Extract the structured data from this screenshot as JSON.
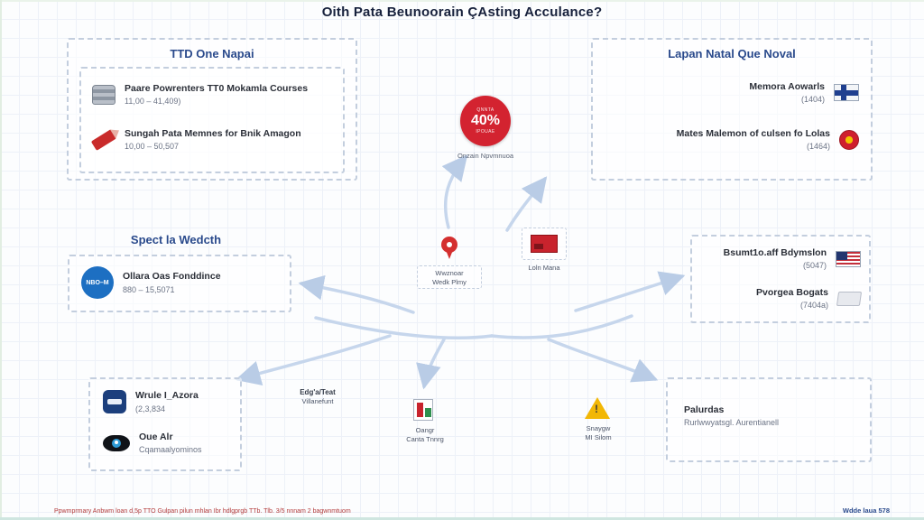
{
  "title": "Oith Pata Beunoorain ÇAsting Acculance?",
  "top_left": {
    "header": "TTD One Napai",
    "items": [
      {
        "label": "Paare Powrenters TT0 Mokamla Courses",
        "sub": "11,00 – 41,409)",
        "icon": "database-icon"
      },
      {
        "label": "Sungah Pata Memnes for Bnik Amagon",
        "sub": "10,00 – 50,507",
        "icon": "pencil-icon"
      }
    ]
  },
  "top_right": {
    "header": "Lapan Natal Que Noval",
    "items": [
      {
        "label": "Memora Aowarls",
        "sub": "(1404)",
        "icon": "flag-cross-icon"
      },
      {
        "label": "Mates Malemon of culsen fo Lolas",
        "sub": "(1464)",
        "icon": "red-ring-icon"
      }
    ]
  },
  "center_badge": {
    "top_line": "QNNTA",
    "value": "40%",
    "bottom_line": "IPOUAE",
    "caption": "Onzain Npvmnuoa"
  },
  "mid_left": {
    "header": "Spect la Wedcth",
    "item": {
      "icon_text": "NBO–M",
      "label": "Ollara Oas Fonddince",
      "sub": "880 – 15,5071"
    }
  },
  "mid_center": {
    "pin": {
      "line1": "Wwznoar",
      "line2": "Wedk Plmy"
    },
    "flag": {
      "label": "Loln Mana"
    }
  },
  "right_box": {
    "items": [
      {
        "label": "Bsumt1o.aff Bdymslon",
        "sub": "(5047)",
        "icon": "us-flag-icon"
      },
      {
        "label": "Pvorgea Bogats",
        "sub": "(7404a)",
        "icon": "sketch-icon"
      }
    ]
  },
  "bottom_left": {
    "items": [
      {
        "label": "Wrule I_Azora",
        "sub": "(2,3,834",
        "icon": "blue-app-icon"
      },
      {
        "label": "Oue Alr",
        "sub": "Cqamaalyominos",
        "icon": "eye-icon"
      }
    ]
  },
  "bottom_center": {
    "text_block": {
      "line1": "Edg'a/Teat",
      "line2": "Villanefunt"
    },
    "chart": {
      "line1": "Oangr",
      "line2": "Canta Tnnrg"
    },
    "warn": {
      "line1": "Snaygw",
      "line2": "MI Silom"
    }
  },
  "bottom_right": {
    "line1": "Palurdas",
    "line2": "Rurlwwyatsgl. Aurentianell"
  },
  "footer": {
    "left": "Ppwmprmary Anbwm loan d,5p TTO Gulpan pilun mhlan Ibr hdlgprgb TTb. Tlb. 3/5 nnnam 2 bagwnmtuom",
    "right": "Wdde laua 578"
  },
  "colors": {
    "accent_red": "#d32330",
    "header_blue": "#2a4a8c",
    "arrow_blue": "#c6d6ec"
  }
}
